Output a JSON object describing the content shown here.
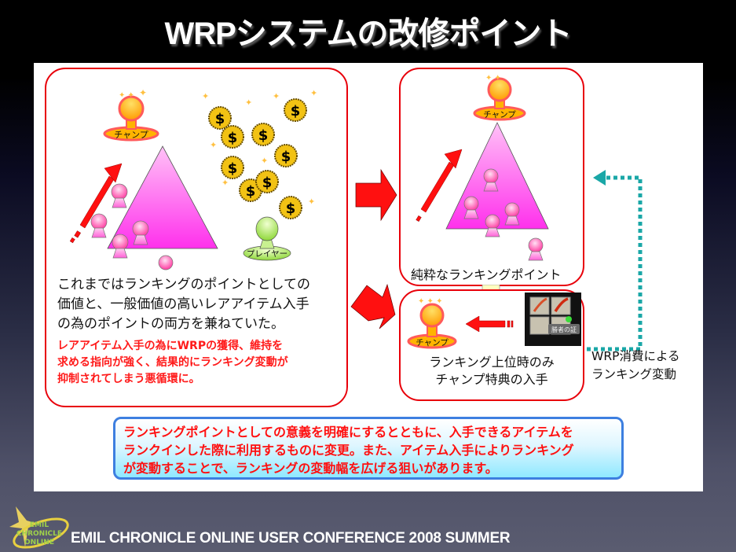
{
  "slide": {
    "title": "WRPシステムの改修ポイント",
    "footer": "EMIL CHRONICLE ONLINE USER CONFERENCE 2008 SUMMER",
    "logo_label": "EMIL CHRONICLE ONLINE"
  },
  "left_panel": {
    "champ_label": "チャンプ",
    "player_label": "プレイヤー",
    "coin_symbol": "$",
    "body_lines": [
      "これまではランキングのポイントとしての",
      "価値と、一般価値の高いレアアイテム入手",
      "の為のポイントの両方を兼ねていた。"
    ],
    "warning_lines": [
      "レアアイテム入手の為にWRPの獲得、維持を",
      "求める指向が強く、結果的にランキング変動が",
      "抑制されてしまう悪循環に。"
    ]
  },
  "right_top_panel": {
    "champ_label": "チャンプ",
    "caption": "純粋なランキングポイント"
  },
  "right_bottom_panel": {
    "champ_label": "チャンプ",
    "item_tooltip": "勝者の証",
    "caption_lines": [
      "ランキング上位時のみ",
      "チャンプ特典の入手"
    ]
  },
  "side_note": {
    "lines": [
      "WRP消費による",
      "ランキング変動"
    ]
  },
  "summary": {
    "lines": [
      "ランキングポイントとしての意義を明確にするとともに、入手できるアイテムを",
      "ランクインした際に利用するものに変更。また、アイテム入手によりランキング",
      "が変動することで、ランキングの変動幅を広げる狙いがあります。"
    ]
  },
  "colors": {
    "accent_red": "#e8000a",
    "teal_arrow": "#1aa7a7",
    "summary_border": "#3d7fe0",
    "pyramid_top": "#ffb3f5",
    "pyramid_bottom": "#ff33ee",
    "champ_gold": "#ffb400"
  }
}
